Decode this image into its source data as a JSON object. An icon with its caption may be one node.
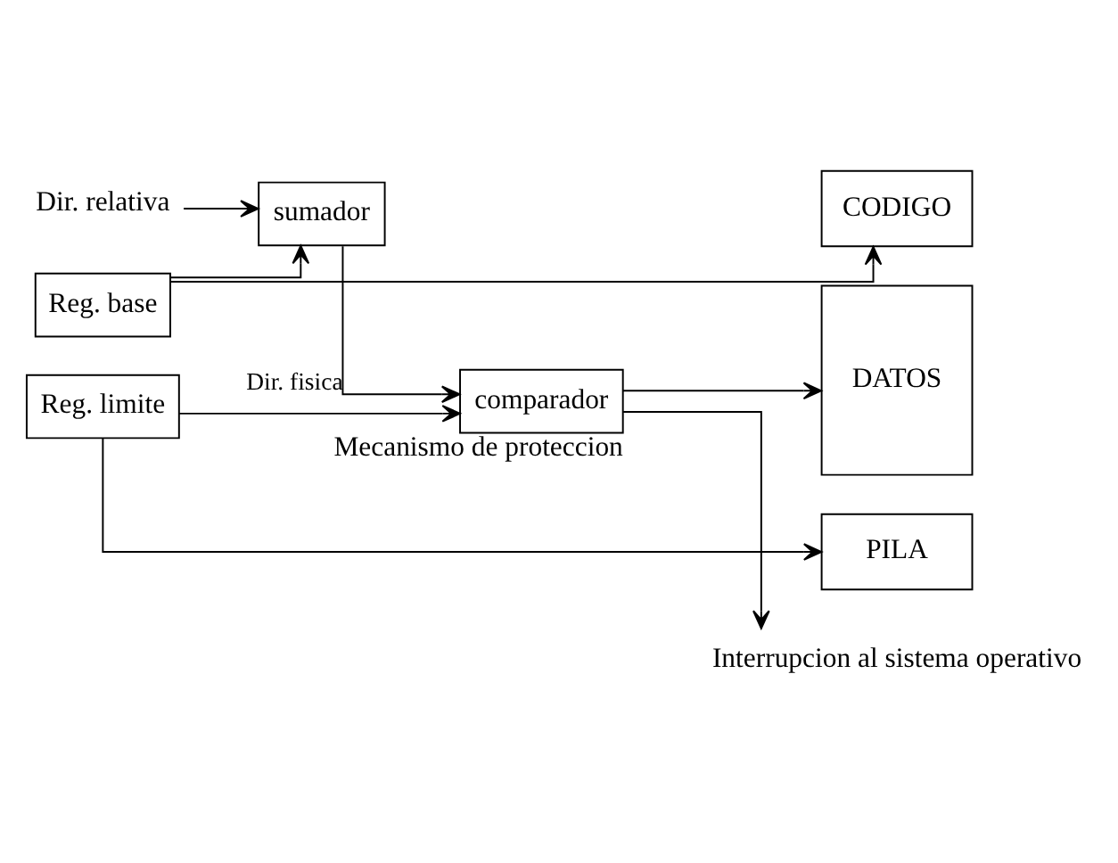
{
  "diagram": {
    "nodes": [
      {
        "text": [
          "Dir. relativa"
        ]
      },
      {
        "text": [
          "Reg. base"
        ]
      },
      {
        "text": [
          "sumador"
        ]
      },
      {
        "text": [
          "Reg. limite"
        ]
      },
      {
        "text": [
          "comparador"
        ],
        "beside": [
          "Mecanismo de proteccion"
        ]
      },
      {
        "text": [
          "CODIGO"
        ]
      },
      {
        "text": [
          "DATOS"
        ]
      },
      {
        "text": [
          "PILA"
        ]
      },
      {
        "text": [
          "Interrupcion al sistema operativo"
        ]
      }
    ],
    "edges": [
      {
        "from": 0,
        "to": 2,
        "arrow": "to"
      },
      {
        "from": 1,
        "to": 2,
        "arrow": "to"
      },
      {
        "from": 1,
        "to": 5,
        "arrow": "to"
      },
      {
        "from": 2,
        "to": 4,
        "arrow": "to",
        "label": "Dir. fisica"
      },
      {
        "from": 3,
        "to": 4,
        "arrow": "to"
      },
      {
        "from": 3,
        "to": 7,
        "arrow": "to"
      },
      {
        "from": 4,
        "to": 6,
        "arrow": "to"
      },
      {
        "from": 4,
        "to": 8,
        "arrow": "to"
      }
    ]
  }
}
